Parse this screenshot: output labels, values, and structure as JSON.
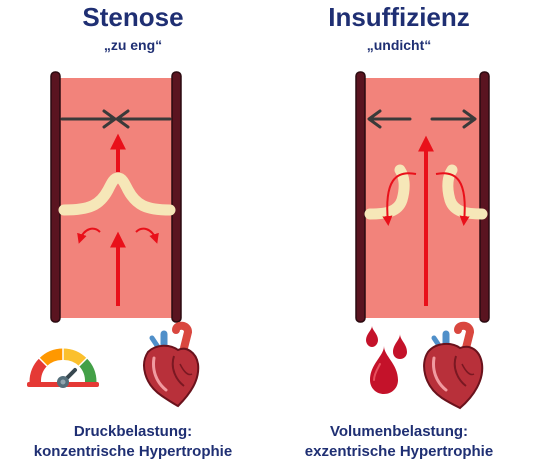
{
  "colors": {
    "title": "#1f2f73",
    "vessel_wall": "#5a1420",
    "blood": "#f2837b",
    "valve": "#f6e7b8",
    "arrow_red": "#e9101a",
    "arrow_dark": "#3a3a3a"
  },
  "left": {
    "title": "Stenose",
    "subtitle": "„zu eng“",
    "caption_line1": "Druckbelastung:",
    "caption_line2": "konzentrische Hypertrophie",
    "icons": [
      "pressure-gauge-icon",
      "heart-icon"
    ]
  },
  "right": {
    "title": "Insuffizienz",
    "subtitle": "„undicht“",
    "caption_line1": "Volumenbelastung:",
    "caption_line2": "exzentrische Hypertrophie",
    "icons": [
      "blood-drops-icon",
      "heart-icon"
    ]
  }
}
